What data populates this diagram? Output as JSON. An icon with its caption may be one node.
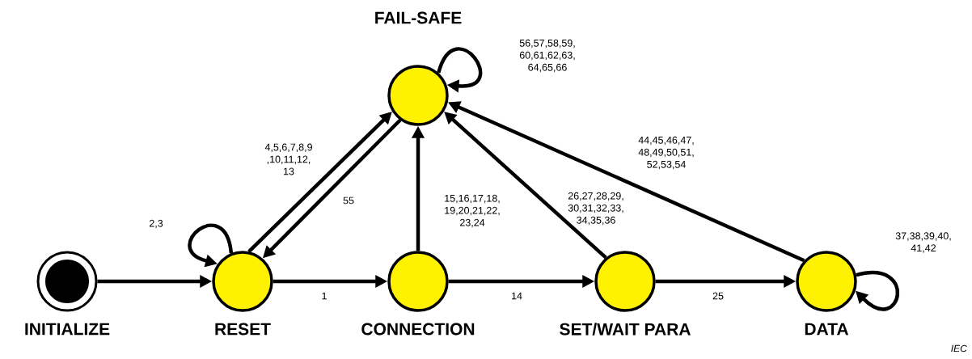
{
  "diagram": {
    "nodes": [
      {
        "text": [
          "INITIALIZE"
        ]
      },
      {
        "text": [
          "RESET"
        ]
      },
      {
        "text": [
          "CONNECTION"
        ]
      },
      {
        "text": [
          "SET/WAIT PARA"
        ]
      },
      {
        "text": [
          "DATA"
        ]
      },
      {
        "text": [
          "FAIL-SAFE"
        ]
      }
    ],
    "edges": [
      {
        "from": 0,
        "to": 1,
        "arrow": "to"
      },
      {
        "from": 1,
        "to": 1,
        "arrow": "to",
        "label": "2,3"
      },
      {
        "from": 1,
        "to": 2,
        "arrow": "to",
        "label": "1"
      },
      {
        "from": 2,
        "to": 3,
        "arrow": "to",
        "label": "14"
      },
      {
        "from": 3,
        "to": 4,
        "arrow": "to",
        "label": "25"
      },
      {
        "from": 4,
        "to": 4,
        "arrow": "to",
        "label": "37,38,39,40, 41,42"
      },
      {
        "from": 1,
        "to": 5,
        "arrow": "to",
        "label": "4,5,6,7,8,9 ,10,11,12, 13"
      },
      {
        "from": 5,
        "to": 1,
        "arrow": "to",
        "label": "55"
      },
      {
        "from": 2,
        "to": 5,
        "arrow": "to",
        "label": "15,16,17,18, 19,20,21,22, 23,24"
      },
      {
        "from": 3,
        "to": 5,
        "arrow": "to",
        "label": "26,27,28,29, 30,31,32,33, 34,35,36"
      },
      {
        "from": 4,
        "to": 5,
        "arrow": "to",
        "label": "44,45,46,47, 48,49,50,51, 52,53,54"
      },
      {
        "from": 5,
        "to": 5,
        "arrow": "to",
        "label": "56,57,58,59, 60,61,62,63, 64,65,66"
      }
    ],
    "labels": [
      "IEC"
    ]
  }
}
